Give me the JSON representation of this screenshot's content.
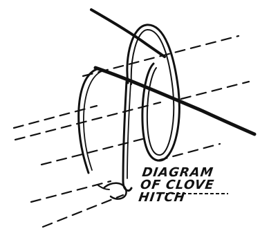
{
  "caption": {
    "line1": "DIAGRAM",
    "line2": "OF CLOVE",
    "line3": "HITCH"
  },
  "colors": {
    "ink": "#111111",
    "background": "#ffffff"
  }
}
